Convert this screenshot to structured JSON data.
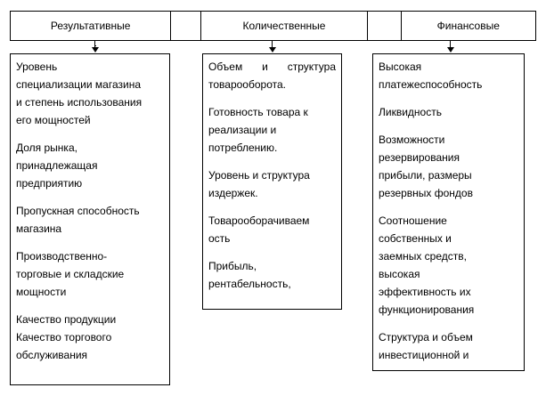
{
  "headers": {
    "results": "Результативные",
    "quantity": "Количественные",
    "finance": "Финансовые"
  },
  "columns": {
    "results": [
      [
        "Уровень",
        "специализации магазина",
        "и степень использования",
        "его мощностей"
      ],
      [
        "Доля рынка,",
        "принадлежащая",
        "предприятию"
      ],
      [
        "Пропускная способность",
        "магазина"
      ],
      [
        "Производственно-",
        "торговые и складские",
        "мощности"
      ],
      [
        "Качество продукции",
        "Качество торгового",
        "обслуживания"
      ]
    ],
    "quantity": [
      [
        "Объем и структура",
        "товарооборота."
      ],
      [
        "Готовность товара к",
        "реализации и",
        "потреблению."
      ],
      [
        "Уровень и структура",
        "издержек."
      ],
      [
        "Товарооборачиваем",
        "ость"
      ],
      [
        "Прибыль,",
        "рентабельность,"
      ]
    ],
    "finance": [
      [
        "Высокая",
        "платежеспособность"
      ],
      [
        "Ликвидность"
      ],
      [
        "Возможности",
        "резервирования",
        "прибыли, размеры",
        "резервных фондов"
      ],
      [
        "Соотношение",
        "собственных и",
        "заемных средств,",
        "высокая",
        "эффективность их",
        "функционирования"
      ],
      [
        "Структура и объем",
        "инвестиционной и"
      ]
    ]
  }
}
